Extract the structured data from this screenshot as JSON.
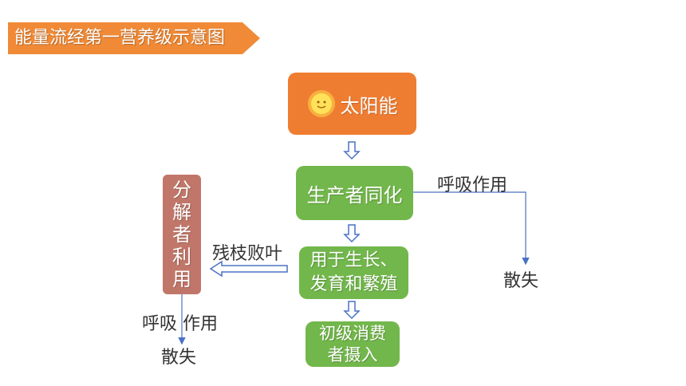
{
  "title": "能量流经第一营养级示意图",
  "nodes": {
    "solar": "太阳能",
    "producer": "生产者同化",
    "growth_line1": "用于生长、",
    "growth_line2": "发育和繁殖",
    "consumer_line1": "初级消费",
    "consumer_line2": "者摄入",
    "decomposer": [
      "分",
      "解",
      "者",
      "利",
      "用"
    ]
  },
  "labels": {
    "respiration_right": "呼吸作用",
    "loss_right": "散失",
    "residue": "残枝败叶",
    "respiration_left": "呼吸 作用",
    "loss_left": "散失"
  },
  "colors": {
    "banner": "#f08a36",
    "solar_box": "#ef7d31",
    "green_box": "#72b74b",
    "decomposer_box": "#c0776a",
    "arrow": "#4a72c4"
  }
}
